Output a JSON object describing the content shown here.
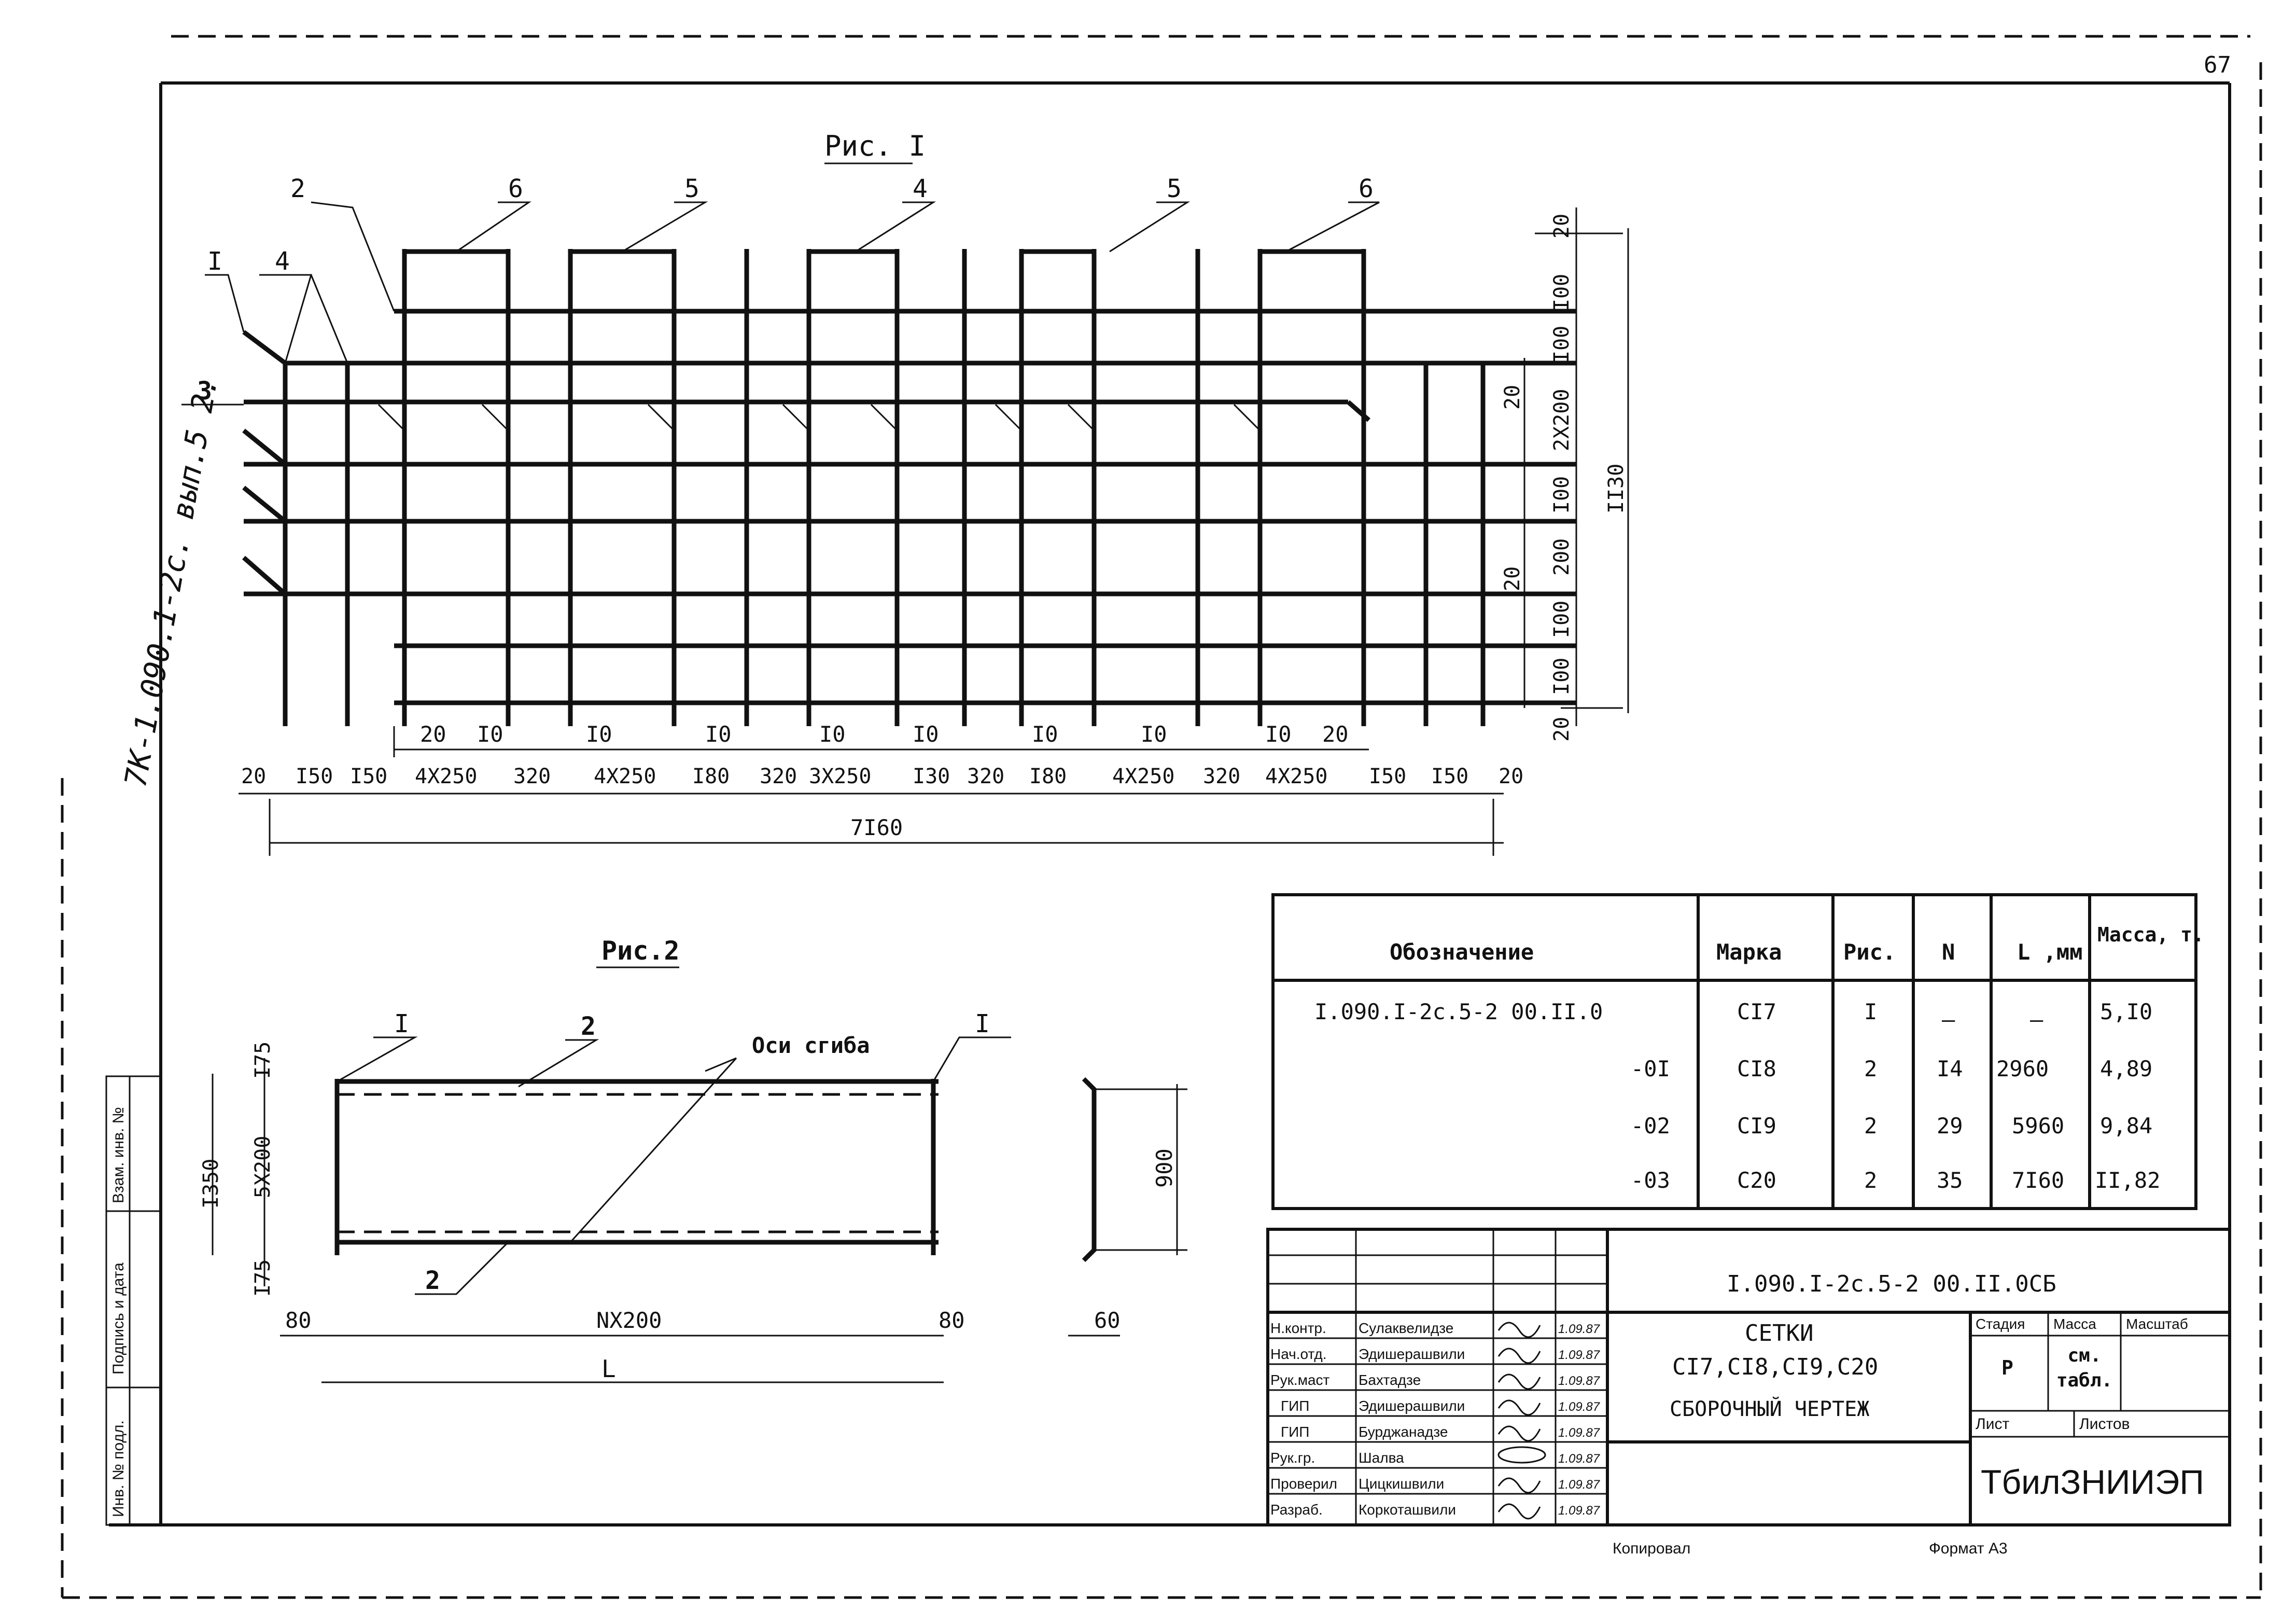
{
  "page_number": "67",
  "side_note": "7К-1.090.1-2с. вып.5 2.",
  "fig1": {
    "title": "Рис. I",
    "callouts": [
      "2",
      "6",
      "5",
      "4",
      "5",
      "6",
      "I",
      "4",
      "3"
    ],
    "bottom_dims": [
      "20",
      "I50",
      "I50",
      "4X250",
      "320",
      "4X250",
      "I80",
      "320",
      "3X250",
      "I30",
      "320",
      "I80",
      "4X250",
      "320",
      "4X250",
      "I50",
      "I50",
      "20"
    ],
    "gap_dims": [
      "20",
      "I0",
      "I0",
      "I0",
      "I0",
      "I0",
      "I0",
      "I0",
      "I0",
      "20"
    ],
    "total": "7I60",
    "right_dims": [
      "20",
      "I00",
      "I00",
      "2X200",
      "I00",
      "200",
      "I00",
      "I00",
      "20"
    ],
    "side_dims": [
      "20",
      "20"
    ],
    "height_total": "II30"
  },
  "fig2": {
    "title": "Рис.2",
    "labels": {
      "i_left": "I",
      "two_top": "2",
      "bend_axes": "Оси сгиба",
      "i_right": "I",
      "two_bottom": "2"
    },
    "dims": {
      "top": "I75",
      "height": "I350",
      "middle": "5X200",
      "bottom": "I75",
      "left_offset": "80",
      "right_offset": "80",
      "span": "NX200",
      "length": "L",
      "side_height": "900",
      "side_width": "60"
    }
  },
  "spec_table": {
    "headers": [
      "Обозначение",
      "Марка",
      "Рис.",
      "N",
      "L ,мм",
      "Масса, т."
    ],
    "rows": [
      [
        "I.090.I-2с.5-2  00.II.0",
        "CI7",
        "I",
        "–",
        "–",
        "5,I0"
      ],
      [
        "-0I",
        "CI8",
        "2",
        "I4",
        "2960",
        "4,89"
      ],
      [
        "-02",
        "CI9",
        "2",
        "29",
        "5960",
        "9,84"
      ],
      [
        "-03",
        "C20",
        "2",
        "35",
        "7I60",
        "II,82"
      ]
    ]
  },
  "title_block": {
    "document_code": "I.090.I-2с.5-2  00.II.0СБ",
    "roles": [
      {
        "role": "Н.контр.",
        "name": "Сулаквелидзе",
        "date": "1.09.87"
      },
      {
        "role": "Нач.отд.",
        "name": "Эдишерашвили",
        "date": "1.09.87"
      },
      {
        "role": "Рук.маст",
        "name": "Бахтадзе",
        "date": "1.09.87"
      },
      {
        "role": "ГИП",
        "name": "Эдишерашвили",
        "date": "1.09.87"
      },
      {
        "role": "ГИП",
        "name": "Бурджанадзе",
        "date": "1.09.87"
      },
      {
        "role": "Рук.гр.",
        "name": "Шалва",
        "date": "1.09.87"
      },
      {
        "role": "Проверил",
        "name": "Цицкишвили",
        "date": "1.09.87"
      },
      {
        "role": "Разраб.",
        "name": "Коркоташвили",
        "date": "1.09.87"
      }
    ],
    "title_lines": [
      "СЕТКИ",
      "CI7,CI8,CI9,C20",
      "СБОРОЧНЫЙ ЧЕРТЕЖ"
    ],
    "stage_label": "Стадия",
    "mass_label": "Масса",
    "scale_label": "Масштаб",
    "stage_value": "Р",
    "mass_value": "см. табл.",
    "sheet_label": "Лист",
    "sheets_label": "Листов",
    "organization": "ТбилЗНИИЭП"
  },
  "left_stamp": {
    "cells": [
      "Инв. № подл.",
      "Подпись и дата",
      "Взам. инв. №"
    ]
  },
  "footer": {
    "copied": "Копировал",
    "format": "Формат А3"
  }
}
